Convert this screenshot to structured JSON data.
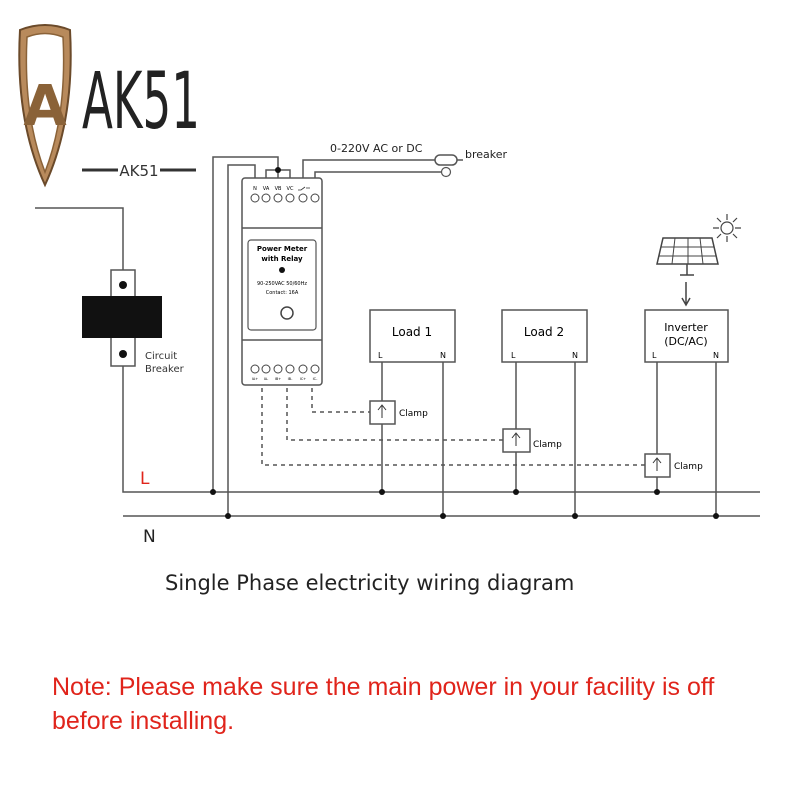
{
  "logo": {
    "text": "AK51",
    "subtext": "AK51",
    "letter": "A"
  },
  "supply": {
    "label": "0-220V AC or DC",
    "breaker_label": "breaker"
  },
  "meter": {
    "title_line1": "Power Meter",
    "title_line2": "with Relay",
    "spec": "90-250VAC 50/60Hz",
    "contact": "Contact: 16A",
    "top_terminals": [
      "N",
      "VA",
      "VB",
      "VC",
      "",
      ""
    ],
    "bottom_terminals": [
      "IA+",
      "IA-",
      "IB+",
      "IB-",
      "IC+",
      "IC-"
    ]
  },
  "circuit_breaker": {
    "label_line1": "Circuit",
    "label_line2": "Breaker"
  },
  "loads": [
    {
      "label": "Load 1",
      "l": "L",
      "n": "N",
      "clamp": "Clamp"
    },
    {
      "label": "Load 2",
      "l": "L",
      "n": "N",
      "clamp": "Clamp"
    },
    {
      "label": "Inverter",
      "label2": "(DC/AC)",
      "l": "L",
      "n": "N",
      "clamp": "Clamp"
    }
  ],
  "lines": {
    "l": "L",
    "n": "N"
  },
  "title": "Single Phase electricity wiring diagram",
  "note": {
    "line1": "Note: Please make sure the main power in your facility is off",
    "line2": "before installing."
  },
  "colors": {
    "note": "#e0241b",
    "logo_gold": "#a67c52",
    "wire": "#555555"
  }
}
